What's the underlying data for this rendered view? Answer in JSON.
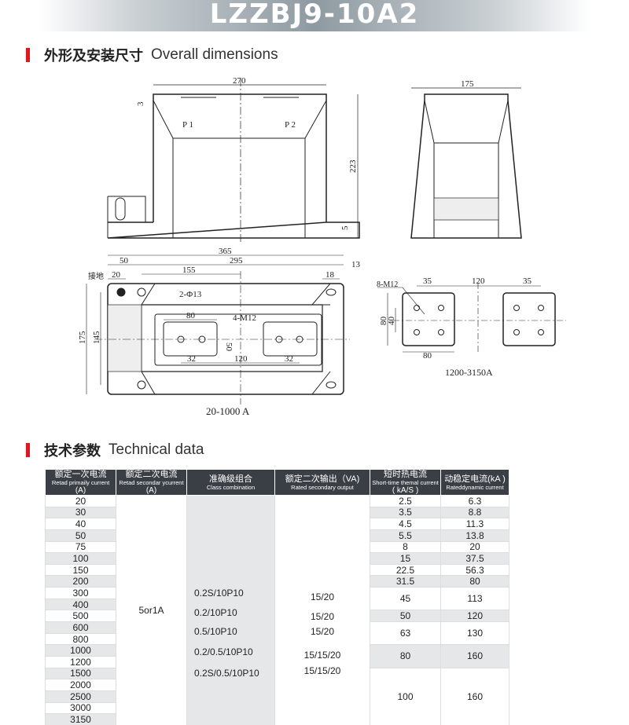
{
  "title": "LZZBJ9-10A2",
  "section1": {
    "cn": "外形及安装尺寸",
    "en": "Overall dimensions"
  },
  "section2": {
    "cn": "技术参数",
    "en": "Technical data"
  },
  "drawing": {
    "front": {
      "width": "270",
      "height": "223",
      "top": "3",
      "base": "5",
      "p1": "P 1",
      "p2": "P 2"
    },
    "side": {
      "width": "175"
    },
    "plan": {
      "d365": "365",
      "d295": "295",
      "d50": "50",
      "d155": "155",
      "d20": "20",
      "d18": "18",
      "d13": "13",
      "d175": "175",
      "d145": "145",
      "d80": "80",
      "d50v": "50",
      "d32a": "32",
      "d120": "120",
      "d32b": "32",
      "ground": "接地",
      "holes": "2-Φ13",
      "m12": "4-M12",
      "caption": "20-1000 A"
    },
    "terminal": {
      "m12": "8-M12",
      "d35a": "35",
      "d120": "120",
      "d35b": "35",
      "d80v": "80",
      "d40": "40",
      "d80": "80",
      "caption": "1200-3150A"
    }
  },
  "table": {
    "headers": [
      {
        "cn": "额定一次电流",
        "en": "Retad primaily current",
        "unit": "(A)"
      },
      {
        "cn": "额定二次电流",
        "en": "Retad secondar ycurrent",
        "unit": "(A)"
      },
      {
        "cn": "准确级组合",
        "en": "Class combination"
      },
      {
        "cn": "额定二次输出（VA)",
        "en": "Rated secondary output"
      },
      {
        "cn": "短时热电流",
        "en": "Short-time themal current",
        "unit": "( kA/S )"
      },
      {
        "cn": "动稳定电流(kA )",
        "en": "Rateddynamic current"
      }
    ],
    "primary": [
      "20",
      "30",
      "40",
      "50",
      "75",
      "100",
      "150",
      "200",
      "300",
      "400",
      "500",
      "600",
      "800",
      "1000",
      "1200",
      "1500",
      "2000",
      "2500",
      "3000",
      "3150"
    ],
    "secondary": "5or1A",
    "classes": [
      "0.2S/10P10",
      "0.2/10P10",
      "0.5/10P10",
      "0.2/0.5/10P10",
      "0.2S/0.5/10P10"
    ],
    "outputs": [
      "15/20",
      "15/20",
      "15/20",
      "15/15/20",
      "15/15/20"
    ],
    "thermal": [
      "2.5",
      "3.5",
      "4.5",
      "5.5",
      "8",
      "15",
      "22.5",
      "31.5",
      "45",
      "50",
      "63",
      "80",
      "100"
    ],
    "dynamic": [
      "6.3",
      "8.8",
      "11.3",
      "13.8",
      "20",
      "37.5",
      "56.3",
      "80",
      "113",
      "120",
      "130",
      "160",
      "160"
    ]
  }
}
